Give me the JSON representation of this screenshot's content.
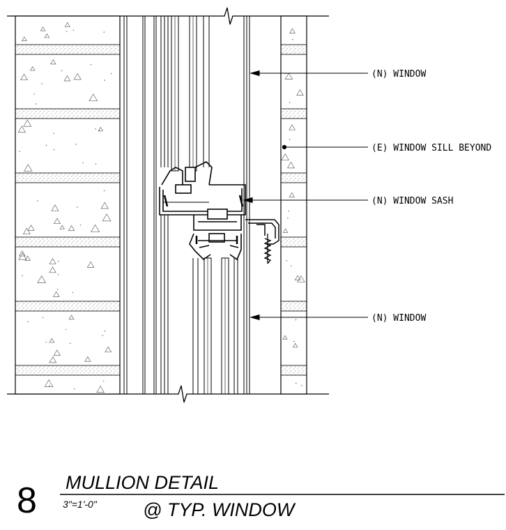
{
  "callouts": {
    "window_top": "(N) WINDOW",
    "sill": "(E) WINDOW SILL BEYOND",
    "sash": "(N) WINDOW SASH",
    "window_bottom": "(N) WINDOW"
  },
  "title_block": {
    "detail_number": "8",
    "title": "MULLION DETAIL",
    "subtitle": "@ TYP. WINDOW",
    "scale": "3\"=1'-0\""
  },
  "colors": {
    "line": "#000000",
    "concrete_stipple": "#9a9a9a",
    "background": "#ffffff"
  }
}
